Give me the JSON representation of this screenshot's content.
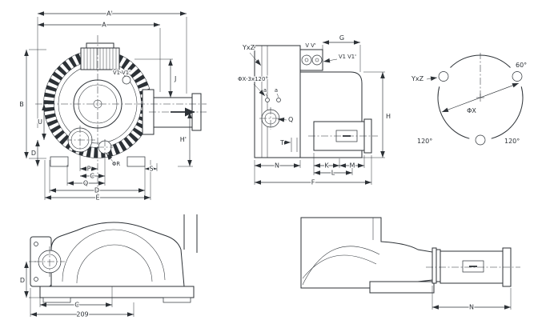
{
  "drawing": {
    "background": "#ffffff",
    "line_color": "#2c3136"
  },
  "front": {
    "dim_a_prime": "A'",
    "dim_a": "A",
    "dim_b": "B",
    "dim_u": "U",
    "dim_d_left": "D",
    "dim_j": "J",
    "dim_h_prime": "H'",
    "dim_p": "P",
    "dim_c": "C",
    "dim_q": "Q",
    "dim_d": "D",
    "dim_e": "E",
    "dim_s": "S",
    "label_phi_r": "ΦR",
    "label_v1": "V1 V1'"
  },
  "side": {
    "label_yxz": "YxZ",
    "label_phix": "ΦX-3x120°",
    "label_vv": "V V'",
    "label_v1v1": "V1 V1'",
    "dim_g": "G",
    "label_a1": "a",
    "label_a2": "a",
    "label_q": "Q",
    "dim_t": "T",
    "dim_h": "H",
    "dim_n": "N",
    "dim_k": "K",
    "dim_m": "M",
    "dim_l": "L",
    "dim_f": "F"
  },
  "bolt": {
    "angle_60": "60°",
    "label_yxz": "YxZ",
    "label_phix": "ΦX",
    "angle_120_left": "120°",
    "angle_120_right": "120°"
  },
  "bl": {
    "dim_d": "D",
    "dim_c": "C",
    "dim_209": "209"
  },
  "br": {
    "dim_n": "N"
  }
}
